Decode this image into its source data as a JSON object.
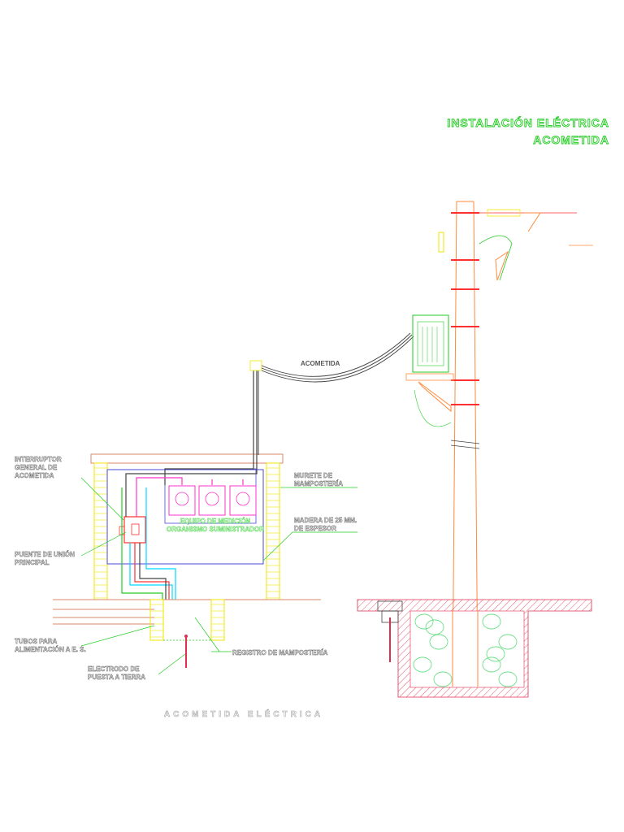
{
  "title": {
    "line1": "INSTALACIÓN ELÉCTRICA",
    "line2": "ACOMETIDA"
  },
  "caption": "ACOMETIDA ELÉCTRICA",
  "labels": {
    "acometida": "ACOMETIDA",
    "interruptor": [
      "INTERRUPTOR",
      "GENERAL DE",
      "ACOMETIDA"
    ],
    "murete": [
      "MURETE DE",
      "MAMPOSTERÍA"
    ],
    "equipo": [
      "EQUIPO DE MEDICIÓN",
      "ORGANISMO SUMINISTRADOR"
    ],
    "madera": [
      "MADERA DE 25 MM.",
      "DE ESPESOR"
    ],
    "puente": [
      "PUENTE DE UNIÓN",
      "PRINCIPAL"
    ],
    "tubos": [
      "TUBOS PARA",
      "ALIMENTACIÓN A E. S."
    ],
    "registro": "REGISTRO DE MAMPOSTERÍA",
    "electrodo": [
      "ELECTRODO DE",
      "PUESTA A TIERRA"
    ]
  },
  "colors": {
    "title": "#22cc22",
    "wall": "#f2e600",
    "pole": "#ff8a3c",
    "wire_cyan": "#00d8ff",
    "wire_magenta": "#ff33cc",
    "wire_red": "#ff3030",
    "wire_green": "#22cc22",
    "panel": "#4a4ad8",
    "ground": "#e03050",
    "stone": "#6fe08a"
  }
}
